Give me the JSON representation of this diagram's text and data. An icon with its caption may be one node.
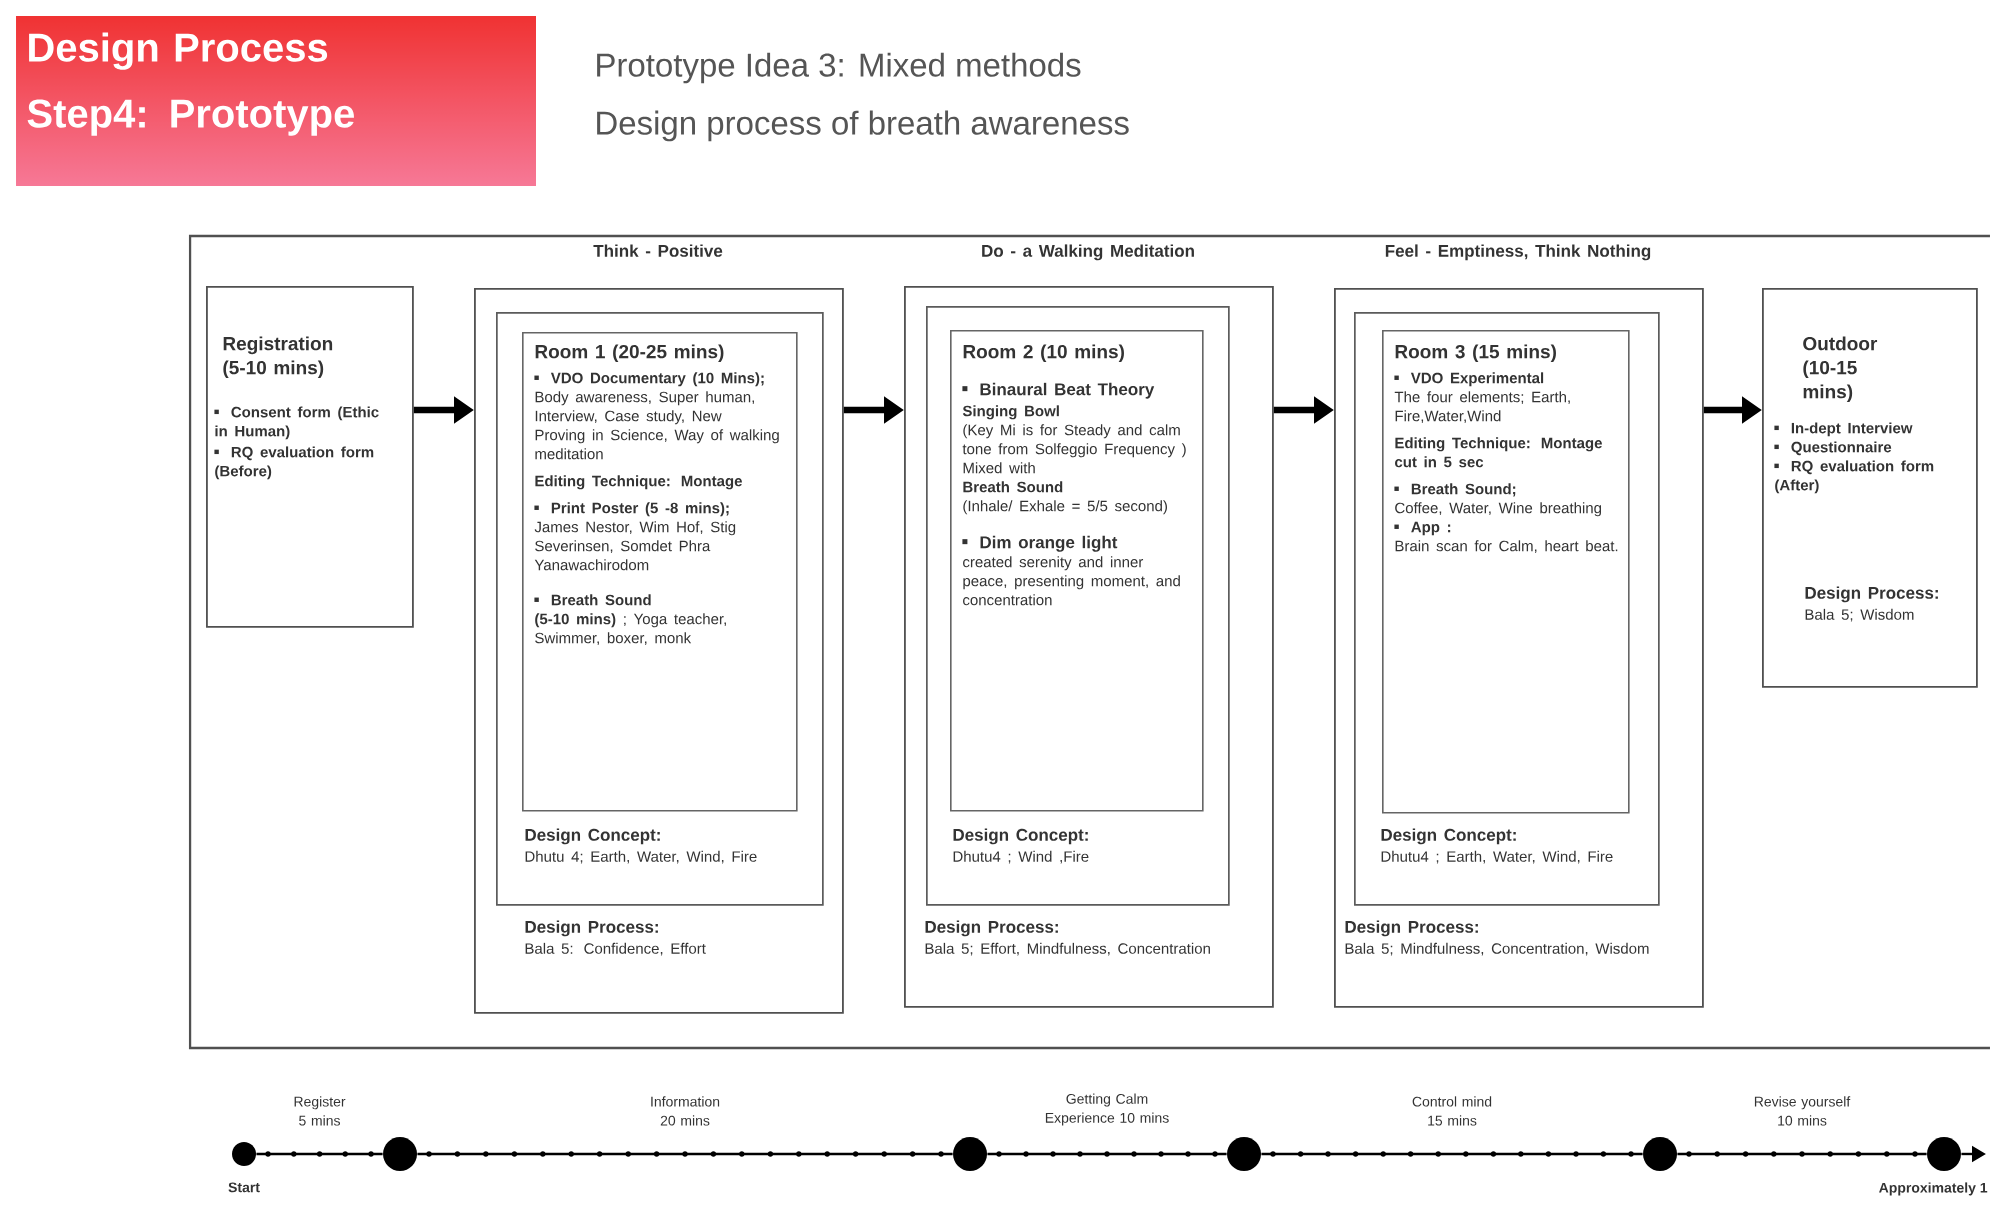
{
  "diagram": {
    "title": "Design Process Step4: Prototype",
    "nodes": [
      {
        "text": [
          "Registration (5-10 mins)",
          "Consent form (Ethic in Human)",
          "RQ evaluation form (Before)"
        ]
      },
      {
        "text": [
          "Think - Positive",
          "Design Process:",
          "Bala 5: Confidence, Effort"
        ]
      },
      {
        "text": [
          "Design Concept:",
          "Dhutu 4; Earth, Water, Wind, Fire"
        ],
        "in": 1
      },
      {
        "text": [
          "Room 1 (20-25 mins)",
          "VDO Documentary (10 Mins);",
          "Body awareness, Super human, Interview, Case study, New Proving in Science, Way of walking meditation",
          "Editing Technique: Montage",
          "Print Poster (5 -8 mins);",
          "James Nestor, Wim Hof, Stig Severinsen, Somdet Phra Yanawachirodom",
          "Breath Sound",
          "**(5-10 mins)** ; Yoga teacher, Swimmer, boxer, monk"
        ],
        "in": 2
      },
      {
        "text": [
          "Do - a Walking Meditation",
          "Design Process:",
          "Bala 5; Effort, Mindfulness, Concentration"
        ]
      },
      {
        "text": [
          "Design Concept:",
          "Dhutu4 ; Wind ,Fire"
        ],
        "in": 4
      },
      {
        "text": [
          "Room 2 (10 mins)",
          "Binaural Beat Theory",
          "Singing Bowl",
          "(Key Mi is for Steady and calm tone from Solfeggio Frequency )",
          "Mixed with",
          "Breath Sound",
          "(Inhale/ Exhale = 5/5 second)",
          "Dim orange light",
          "created serenity and inner peace, presenting moment, and concentration"
        ],
        "in": 5
      },
      {
        "text": [
          "Feel - Emptiness, Think Nothing",
          "Design Process:",
          "Bala 5; Mindfulness, Concentration, Wisdom"
        ]
      },
      {
        "text": [
          "Design Concept:",
          "Dhutu4 ; Earth, Water, Wind, Fire"
        ],
        "in": 7
      },
      {
        "text": [
          "Room 3 (15 mins)",
          "VDO Experimental",
          "The four elements; Earth, Fire,Water,Wind",
          "Editing Technique: Montage cut in 5 sec",
          "Breath Sound;",
          "Coffee, Water, Wine breathing",
          "App :",
          "Brain scan for Calm, heart beat."
        ],
        "in": 8
      },
      {
        "text": [
          "Outdoor (10-15 mins)",
          "In-dept Interview",
          "Questionnaire",
          "RQ evaluation form (After)",
          "Design Process:",
          "Bala 5; Wisdom"
        ]
      },
      {
        "text": [],
        "shape": "circle",
        "beside": [
          "Start"
        ]
      },
      {
        "text": [],
        "shape": "circle"
      },
      {
        "text": [],
        "shape": "circle"
      },
      {
        "text": [],
        "shape": "circle"
      },
      {
        "text": [],
        "shape": "circle"
      },
      {
        "text": [],
        "shape": "circle",
        "beside": [
          "Approximately 1"
        ]
      }
    ],
    "edges": [
      {
        "from": 0,
        "to": 1,
        "arrow": "to",
        "style": "thick"
      },
      {
        "from": 1,
        "to": 4,
        "arrow": "to",
        "style": "thick"
      },
      {
        "from": 4,
        "to": 7,
        "arrow": "to",
        "style": "thick"
      },
      {
        "from": 7,
        "to": 10,
        "arrow": "to",
        "style": "thick"
      },
      {
        "from": 11,
        "to": 12,
        "arrow": "none",
        "label": "Register 5 mins"
      },
      {
        "from": 12,
        "to": 13,
        "arrow": "none",
        "label": "Information 20 mins"
      },
      {
        "from": 13,
        "to": 14,
        "arrow": "none",
        "label": "Getting Calm Experience 10 mins"
      },
      {
        "from": 14,
        "to": 15,
        "arrow": "none",
        "label": "Control mind 15 mins"
      },
      {
        "from": 15,
        "to": 16,
        "arrow": "none",
        "label": "Revise yourself 10 mins"
      },
      {
        "from": 16,
        "to": null,
        "arrow": "to"
      }
    ],
    "labels": [
      "Prototype Idea 3: Mixed methods",
      "Design process of breath awareness"
    ]
  }
}
